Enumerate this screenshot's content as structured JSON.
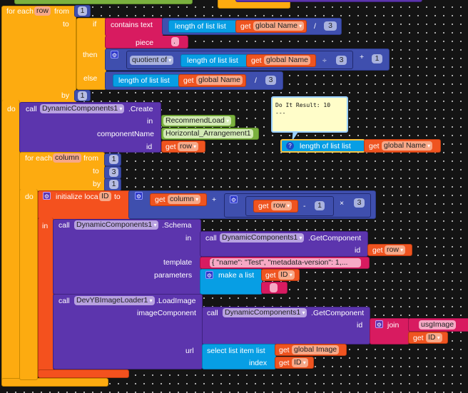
{
  "colors": {
    "control": "#fdab10",
    "math": "#3f4fae",
    "list": "#079ee4",
    "variable": "#ef5420",
    "component": "#5c35ad",
    "text": "#d81b60",
    "component_block": "#7bb13f",
    "background": "#141414"
  },
  "for_row": {
    "label_for_each": "for each",
    "var": "row",
    "label_from": "from",
    "from": "1",
    "label_to": "to",
    "label_by": "by",
    "by": "1",
    "label_do": "do"
  },
  "if_block": {
    "label_if": "if",
    "label_then": "then",
    "label_else": "else"
  },
  "contains": {
    "label": "contains  text",
    "label_piece": "piece",
    "piece": "."
  },
  "cond_divide": {
    "length_label": "length of list  list",
    "get": "get",
    "var": "global Name",
    "op": "/",
    "num": "3"
  },
  "then_expr": {
    "quotient": "quotient of",
    "length_label": "length of list  list",
    "get": "get",
    "var": "global Name",
    "op_div": "÷",
    "num": "3",
    "op_add": "+",
    "add_num": "1"
  },
  "else_expr": {
    "length_label": "length of list  list",
    "get": "get",
    "var": "global Name",
    "op": "/",
    "num": "3"
  },
  "create": {
    "call": "call",
    "component": "DynamicComponents1",
    "method": ".Create",
    "label_in": "in",
    "in_value": "RecommendLoad",
    "label_component_name": "componentName",
    "component_name_value": "Horizontal_Arrangement1",
    "label_id": "id",
    "get": "get",
    "id_var": "row"
  },
  "tooltip": {
    "line1": "Do It Result: 10",
    "line2": "---"
  },
  "loose_block": {
    "icon": "question-icon",
    "icon_glyph": "?",
    "label": "length of list  list",
    "get": "get",
    "var": "global Name"
  },
  "for_column": {
    "label_for_each": "for each",
    "var": "column",
    "label_from": "from",
    "from": "1",
    "label_to": "to",
    "to": "3",
    "label_by": "by",
    "by": "1",
    "label_do": "do"
  },
  "init_local": {
    "label": "initialize loca",
    "var": "ID",
    "label_to": "to",
    "label_in": "in",
    "get": "get",
    "col_var": "column",
    "op_add": "+",
    "row_var": "row",
    "op_sub": "-",
    "sub_num": "1",
    "op_mul": "×",
    "mul_num": "3"
  },
  "schema": {
    "call": "call",
    "component": "DynamicComponents1",
    "method": ".Schema",
    "label_in": "in",
    "get_call": "call",
    "get_component": "DynamicComponents1",
    "get_method": ".GetComponent",
    "label_id": "id",
    "get": "get",
    "id_var": "row",
    "label_template": "template",
    "template_value": "{      \"name\": \"Test\",      \"metadata-version\": 1,...",
    "label_parameters": "parameters",
    "make_list": "make a list",
    "param_get": "get",
    "param_var": "ID",
    "param_text": ""
  },
  "load_image": {
    "call": "call",
    "component": "DevYBImageLoader1",
    "method": ".LoadImage",
    "label_image_component": "imageComponent",
    "get_call": "call",
    "get_component": "DynamicComponents1",
    "get_method": ".GetComponent",
    "label_id": "id",
    "join": "join",
    "join_text": "usgImage",
    "join_get": "get",
    "join_var": "ID",
    "label_url": "url",
    "select_label": "select list item  list",
    "list_get": "get",
    "list_var": "global Image",
    "label_index": "index",
    "index_get": "get",
    "index_var": "ID"
  }
}
